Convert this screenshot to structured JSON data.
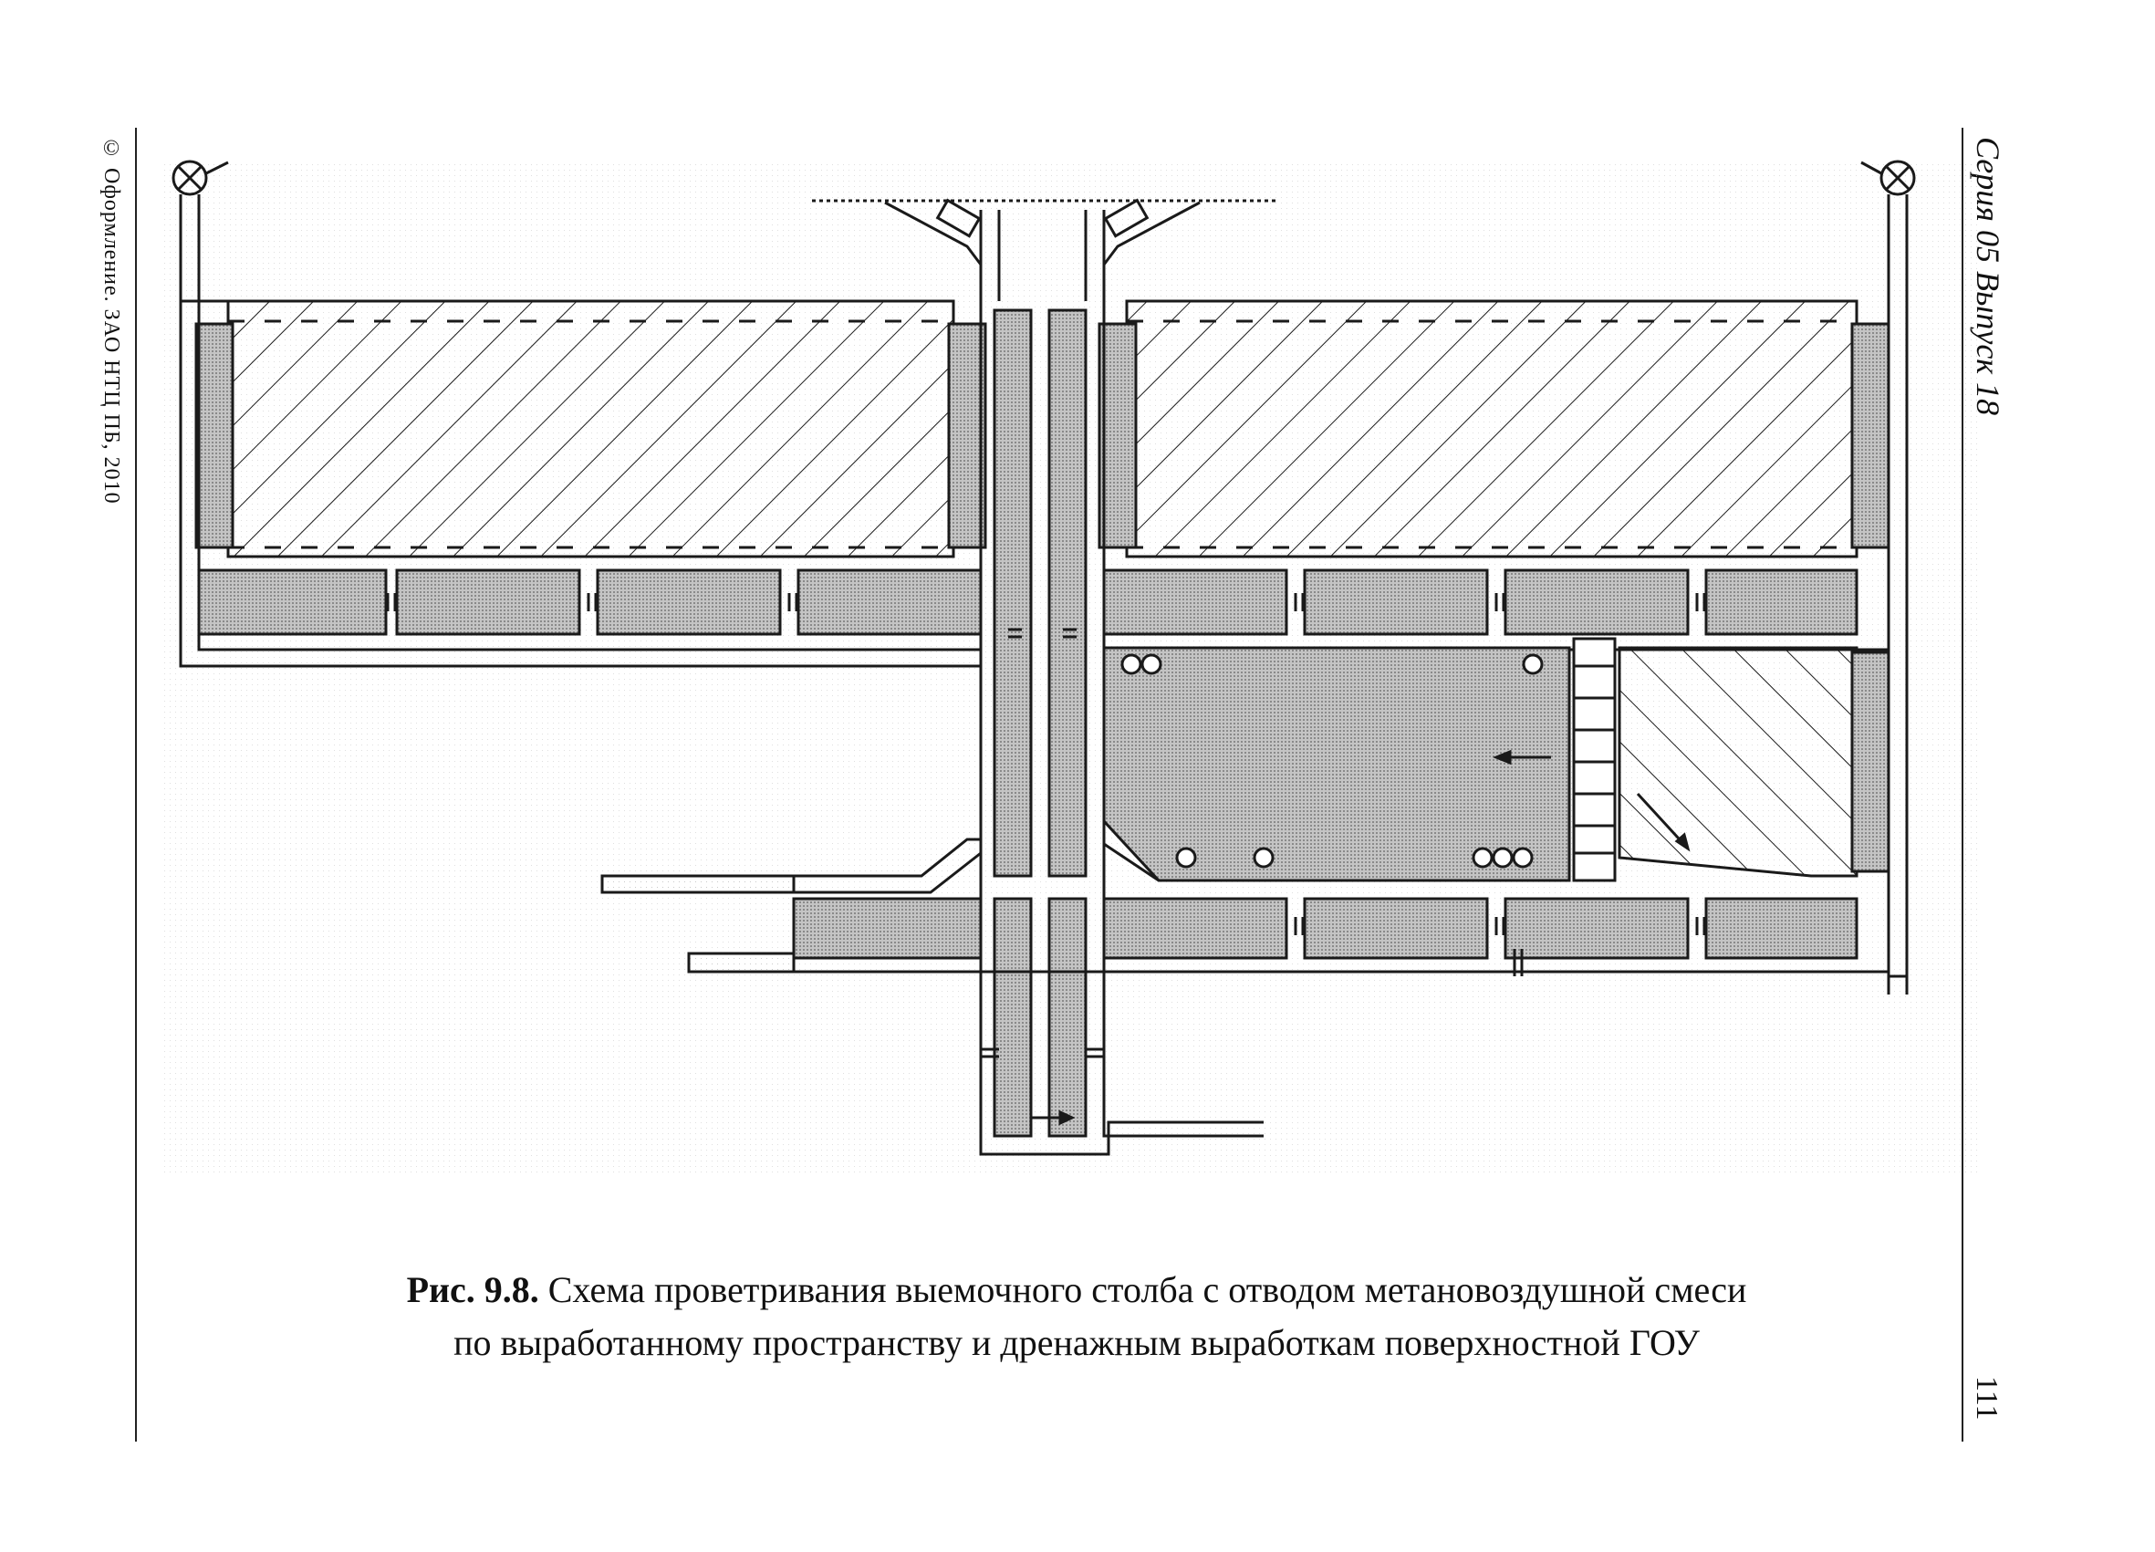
{
  "left_margin_note": "© Оформление. ЗАО НТЦ ПБ, 2010",
  "running_header": "Серия 05 Выпуск 18",
  "page_number": "111",
  "figure": {
    "number": "Рис. 9.8.",
    "caption_line1": "Схема проветривания выемочного столба с отводом метановоздушной смеси",
    "caption_line2": "по выработанному пространству и дренажным выработкам поверхностной ГОУ"
  },
  "colors": {
    "ink": "#1a1a1a",
    "fill_grey": "#b5b5b5",
    "background": "#ffffff"
  }
}
